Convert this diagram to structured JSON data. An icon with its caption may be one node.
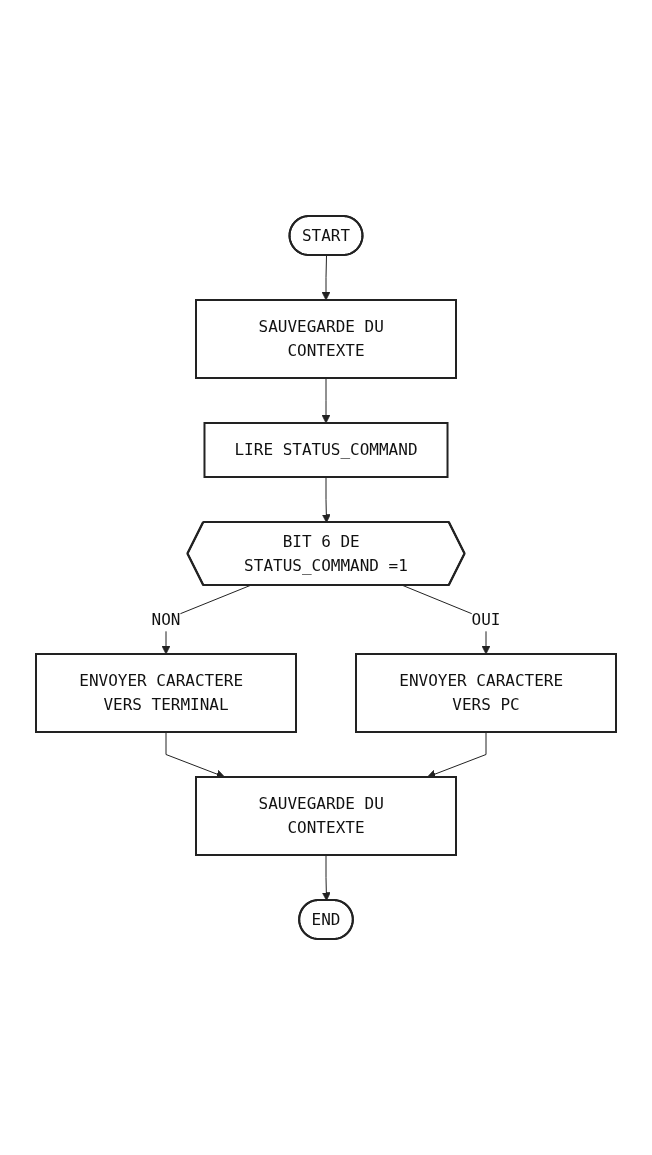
{
  "diagram": {
    "nodes": [
      {
        "text": [
          "START"
        ]
      },
      {
        "text": [
          "SAUVEGARDE DU CONTEXTE"
        ]
      },
      {
        "text": [
          "LIRE STATUS_COMMAND"
        ]
      },
      {
        "text": [
          "BIT 6 DE STATUS_COMMAND =1"
        ]
      },
      {
        "text": [
          "ENVOYER CARACTERE VERS TERMINAL"
        ]
      },
      {
        "text": [
          "ENVOYER CARACTERE VERS PC"
        ]
      },
      {
        "text": [
          "SAUVEGARDE DU CONTEXTE"
        ]
      },
      {
        "text": [
          "END"
        ]
      }
    ],
    "edges": [
      {
        "from": 0,
        "to": 1,
        "arrow": "to"
      },
      {
        "from": 1,
        "to": 2,
        "arrow": "to"
      },
      {
        "from": 2,
        "to": 3,
        "arrow": "to"
      },
      {
        "from": 3,
        "to": 4,
        "arrow": "to",
        "label": "NON"
      },
      {
        "from": 3,
        "to": 5,
        "arrow": "to",
        "label": "OUI"
      },
      {
        "from": 4,
        "to": 6,
        "arrow": "to"
      },
      {
        "from": 5,
        "to": 6,
        "arrow": "to"
      },
      {
        "from": 6,
        "to": 7,
        "arrow": "to"
      }
    ]
  }
}
